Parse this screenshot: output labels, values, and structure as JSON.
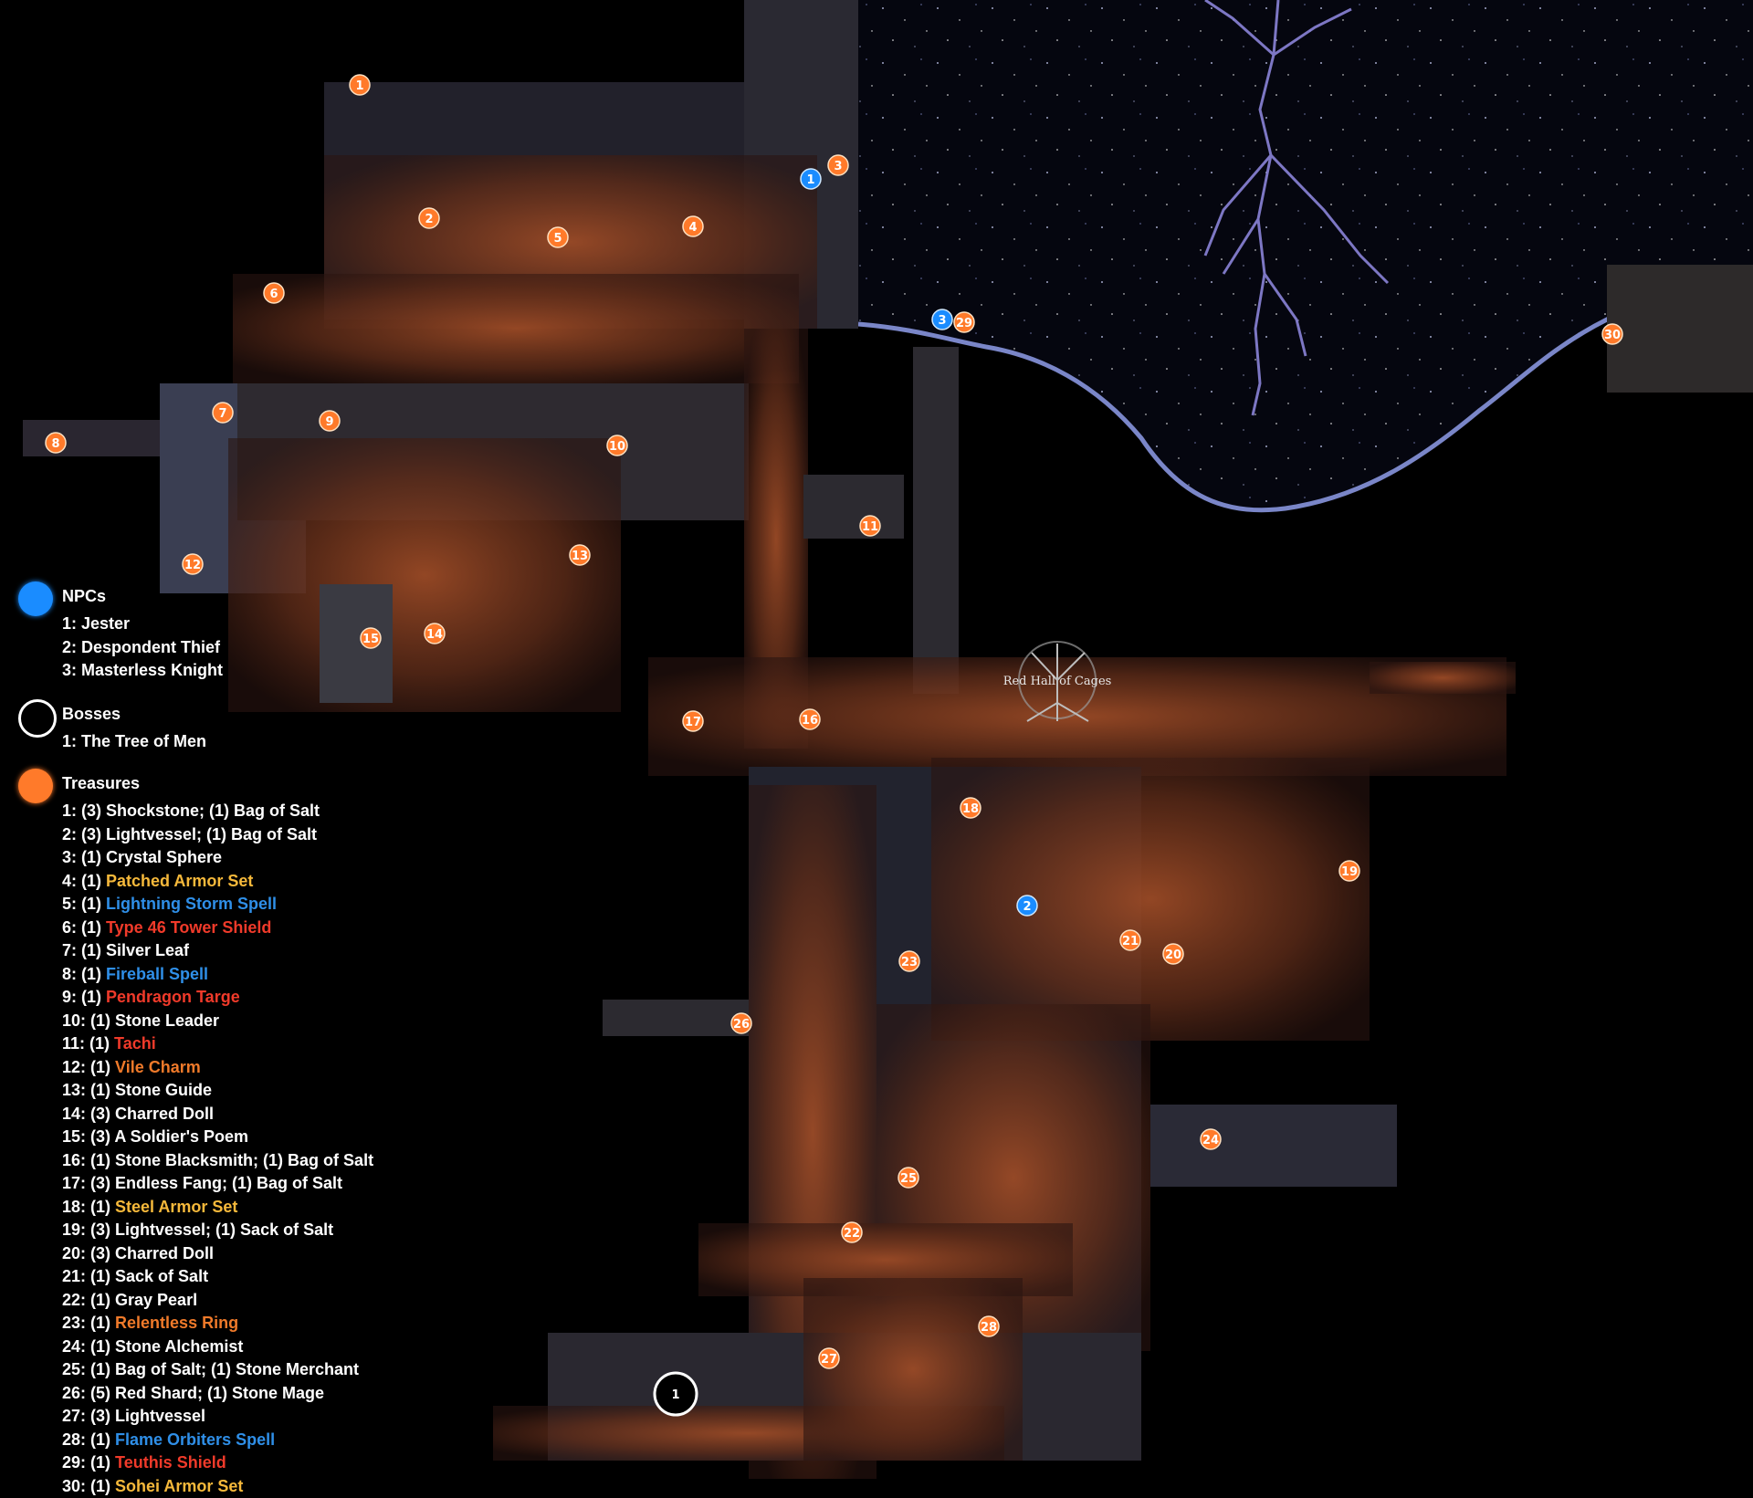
{
  "area_name": "Red Hall of Cages",
  "legend": {
    "npcs": {
      "title": "NPCs",
      "color": "#1a8cff",
      "items": [
        "1: Jester",
        "2: Despondent Thief",
        "3: Masterless Knight"
      ]
    },
    "bosses": {
      "title": "Bosses",
      "color": "#ffffff",
      "items": [
        "1: The Tree of Men"
      ]
    },
    "treasures": {
      "title": "Treasures",
      "color": "#ff7a2a",
      "items": [
        {
          "prefix": "1: (3) Shockstone; (1) Bag of Salt",
          "item": "",
          "color": ""
        },
        {
          "prefix": "2: (3) Lightvessel; (1) Bag of Salt",
          "item": "",
          "color": ""
        },
        {
          "prefix": "3: (1) Crystal Sphere",
          "item": "",
          "color": ""
        },
        {
          "prefix": "4: (1) ",
          "item": "Patched Armor Set",
          "color": "yellow"
        },
        {
          "prefix": "5: (1) ",
          "item": "Lightning Storm Spell",
          "color": "blue"
        },
        {
          "prefix": "6: (1) ",
          "item": "Type 46 Tower Shield",
          "color": "red"
        },
        {
          "prefix": "7: (1) Silver Leaf",
          "item": "",
          "color": ""
        },
        {
          "prefix": "8: (1) ",
          "item": "Fireball Spell",
          "color": "blue"
        },
        {
          "prefix": "9: (1) ",
          "item": "Pendragon Targe",
          "color": "red"
        },
        {
          "prefix": "10: (1) Stone Leader",
          "item": "",
          "color": ""
        },
        {
          "prefix": "11: (1) ",
          "item": "Tachi",
          "color": "red"
        },
        {
          "prefix": "12: (1) ",
          "item": "Vile Charm",
          "color": "orange"
        },
        {
          "prefix": "13: (1) Stone Guide",
          "item": "",
          "color": ""
        },
        {
          "prefix": "14: (3) Charred Doll",
          "item": "",
          "color": ""
        },
        {
          "prefix": "15: (3) A Soldier's Poem",
          "item": "",
          "color": ""
        },
        {
          "prefix": "16: (1) Stone Blacksmith; (1) Bag of Salt",
          "item": "",
          "color": ""
        },
        {
          "prefix": "17: (3) Endless Fang; (1) Bag of Salt",
          "item": "",
          "color": ""
        },
        {
          "prefix": "18: (1) ",
          "item": "Steel Armor Set",
          "color": "yellow"
        },
        {
          "prefix": "19: (3) Lightvessel; (1) Sack of Salt",
          "item": "",
          "color": ""
        },
        {
          "prefix": "20: (3) Charred Doll",
          "item": "",
          "color": ""
        },
        {
          "prefix": "21: (1) Sack of Salt",
          "item": "",
          "color": ""
        },
        {
          "prefix": "22: (1) Gray Pearl",
          "item": "",
          "color": ""
        },
        {
          "prefix": "23: (1) ",
          "item": "Relentless Ring",
          "color": "orange"
        },
        {
          "prefix": "24: (1) Stone Alchemist",
          "item": "",
          "color": ""
        },
        {
          "prefix": "25: (1) Bag of Salt; (1) Stone Merchant",
          "item": "",
          "color": ""
        },
        {
          "prefix": "26: (5) Red Shard; (1) Stone Mage",
          "item": "",
          "color": ""
        },
        {
          "prefix": "27: (3) Lightvessel",
          "item": "",
          "color": ""
        },
        {
          "prefix": "28: (1) ",
          "item": "Flame Orbiters Spell",
          "color": "blue"
        },
        {
          "prefix": "29: (1) ",
          "item": "Teuthis Shield",
          "color": "red"
        },
        {
          "prefix": "30: (1) ",
          "item": "Sohei Armor Set",
          "color": "yellow"
        }
      ]
    }
  },
  "markers": {
    "treasures": [
      "1",
      "2",
      "3",
      "4",
      "5",
      "6",
      "7",
      "8",
      "9",
      "10",
      "11",
      "12",
      "13",
      "14",
      "15",
      "16",
      "17",
      "18",
      "19",
      "20",
      "21",
      "22",
      "23",
      "24",
      "25",
      "26",
      "27",
      "28",
      "29",
      "30"
    ],
    "npcs": [
      "1",
      "2",
      "3"
    ],
    "bosses": [
      "1"
    ]
  }
}
